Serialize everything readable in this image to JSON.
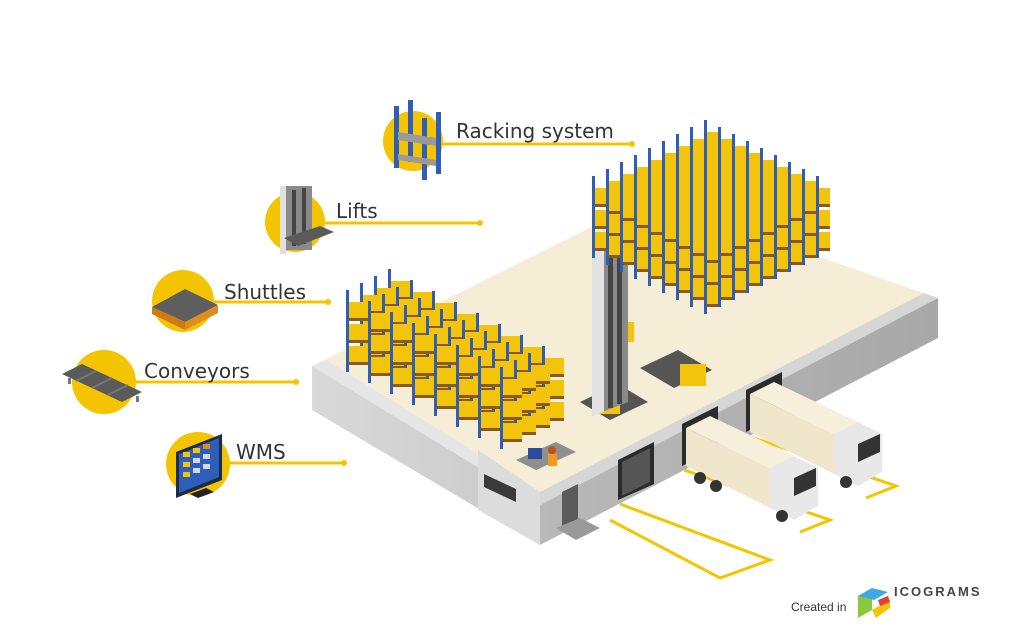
{
  "title": "Automated warehouse infographic",
  "colors": {
    "accent": "#F5C400",
    "rack_blue": "#2F5DBA",
    "box_yellow": "#F2C40C",
    "wall_gray": "#CFCFCF",
    "floor_cream": "#F6EDD6",
    "text": "#333333"
  },
  "callouts": [
    {
      "label": "Racking system",
      "icon": "racking-icon"
    },
    {
      "label": "Lifts",
      "icon": "lift-icon"
    },
    {
      "label": "Shuttles",
      "icon": "shuttle-icon"
    },
    {
      "label": "Conveyors",
      "icon": "conveyor-icon"
    },
    {
      "label": "WMS",
      "icon": "monitor-icon"
    }
  ],
  "footer": {
    "created_in": "Created in",
    "brand": "ICOGRAMS"
  }
}
